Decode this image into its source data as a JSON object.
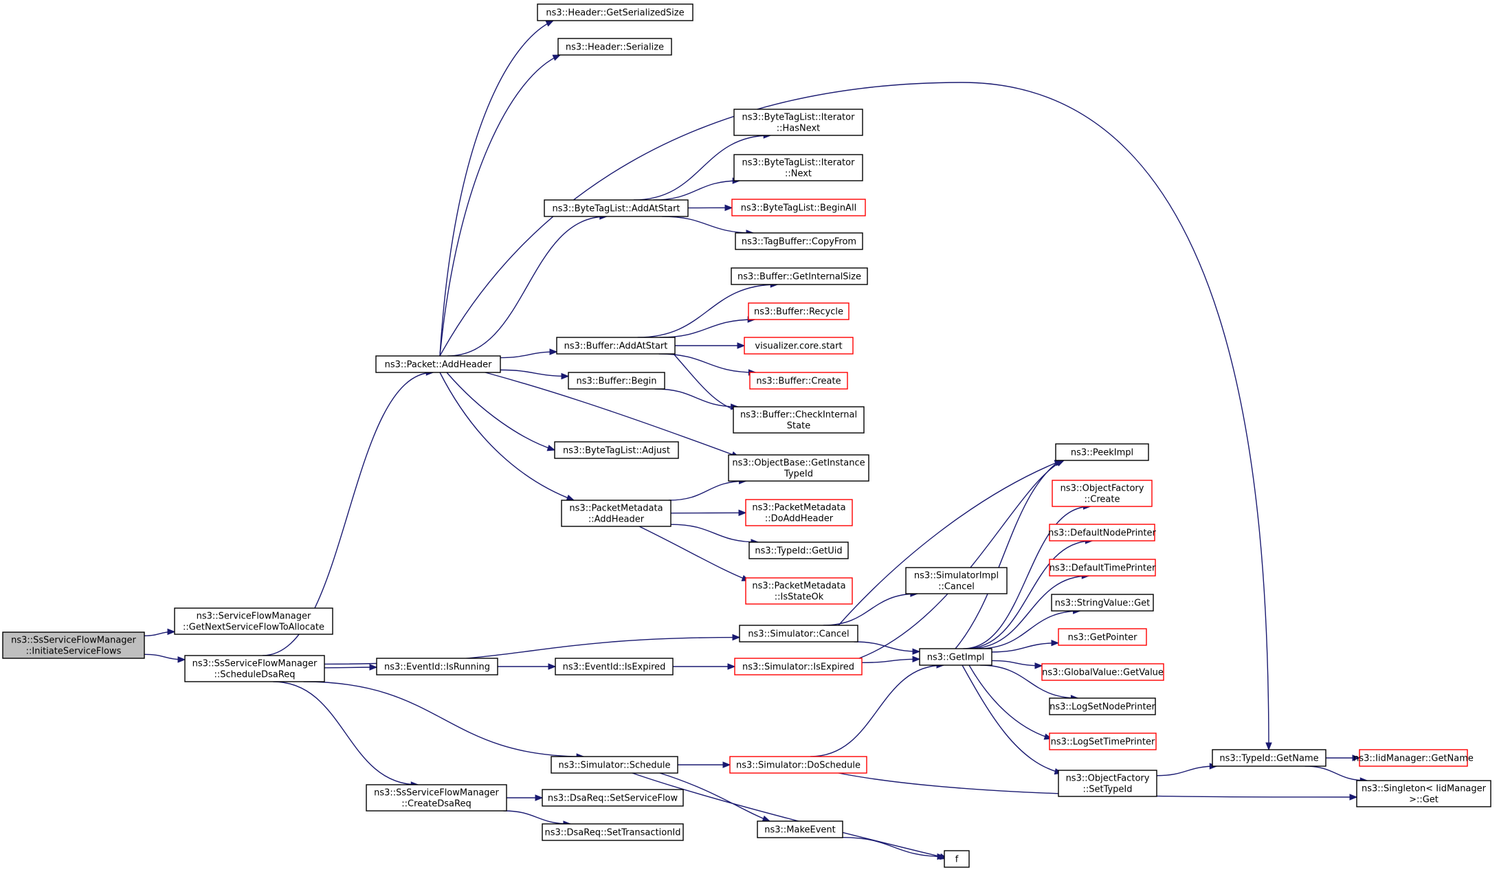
{
  "graph": {
    "colors": {
      "edge": "#191970",
      "node_border": "#000000",
      "node_border_red": "#ff0000",
      "root_fill": "#bfbfbf",
      "node_fill": "#ffffff"
    },
    "nodes": [
      {
        "id": "n0",
        "lines": [
          "ns3::SsServiceFlowManager",
          "::InitiateServiceFlows"
        ],
        "style": "root"
      },
      {
        "id": "n1",
        "lines": [
          "ns3::ServiceFlowManager",
          "::GetNextServiceFlowToAllocate"
        ],
        "style": "normal"
      },
      {
        "id": "n2",
        "lines": [
          "ns3::SsServiceFlowManager",
          "::ScheduleDsaReq"
        ],
        "style": "normal"
      },
      {
        "id": "n3",
        "lines": [
          "ns3::Packet::AddHeader"
        ],
        "style": "normal"
      },
      {
        "id": "n4",
        "lines": [
          "ns3::Header::GetSerializedSize"
        ],
        "style": "normal"
      },
      {
        "id": "n5",
        "lines": [
          "ns3::Header::Serialize"
        ],
        "style": "normal"
      },
      {
        "id": "n6",
        "lines": [
          "ns3::ByteTagList::AddAtStart"
        ],
        "style": "normal"
      },
      {
        "id": "n7",
        "lines": [
          "ns3::ByteTagList::Iterator",
          "::HasNext"
        ],
        "style": "normal"
      },
      {
        "id": "n8",
        "lines": [
          "ns3::ByteTagList::Iterator",
          "::Next"
        ],
        "style": "normal"
      },
      {
        "id": "n9",
        "lines": [
          "ns3::ByteTagList::BeginAll"
        ],
        "style": "red"
      },
      {
        "id": "n10",
        "lines": [
          "ns3::TagBuffer::CopyFrom"
        ],
        "style": "normal"
      },
      {
        "id": "n11",
        "lines": [
          "ns3::Buffer::AddAtStart"
        ],
        "style": "normal"
      },
      {
        "id": "n12",
        "lines": [
          "ns3::Buffer::GetInternalSize"
        ],
        "style": "normal"
      },
      {
        "id": "n13",
        "lines": [
          "ns3::Buffer::Recycle"
        ],
        "style": "red"
      },
      {
        "id": "n14",
        "lines": [
          "visualizer.core.start"
        ],
        "style": "red"
      },
      {
        "id": "n15",
        "lines": [
          "ns3::Buffer::Create"
        ],
        "style": "red"
      },
      {
        "id": "n16",
        "lines": [
          "ns3::Buffer::CheckInternal",
          "State"
        ],
        "style": "normal"
      },
      {
        "id": "n17",
        "lines": [
          "ns3::Buffer::Begin"
        ],
        "style": "normal"
      },
      {
        "id": "n18",
        "lines": [
          "ns3::ByteTagList::Adjust"
        ],
        "style": "normal"
      },
      {
        "id": "n19",
        "lines": [
          "ns3::ObjectBase::GetInstance",
          "TypeId"
        ],
        "style": "normal"
      },
      {
        "id": "n20",
        "lines": [
          "ns3::PacketMetadata",
          "::AddHeader"
        ],
        "style": "normal"
      },
      {
        "id": "n21",
        "lines": [
          "ns3::PacketMetadata",
          "::DoAddHeader"
        ],
        "style": "red"
      },
      {
        "id": "n22",
        "lines": [
          "ns3::TypeId::GetUid"
        ],
        "style": "normal"
      },
      {
        "id": "n23",
        "lines": [
          "ns3::PacketMetadata",
          "::IsStateOk"
        ],
        "style": "red"
      },
      {
        "id": "n24",
        "lines": [
          "ns3::TypeId::GetName"
        ],
        "style": "normal"
      },
      {
        "id": "n25",
        "lines": [
          "ns3::IidManager::GetName"
        ],
        "style": "red"
      },
      {
        "id": "n26",
        "lines": [
          "ns3::Singleton< IidManager",
          ">::Get"
        ],
        "style": "normal"
      },
      {
        "id": "n27",
        "lines": [
          "ns3::Simulator::Cancel"
        ],
        "style": "normal"
      },
      {
        "id": "n28",
        "lines": [
          "ns3::SimulatorImpl",
          "::Cancel"
        ],
        "style": "normal"
      },
      {
        "id": "n29",
        "lines": [
          "ns3::GetImpl"
        ],
        "style": "normal"
      },
      {
        "id": "n30",
        "lines": [
          "ns3::PeekImpl"
        ],
        "style": "normal"
      },
      {
        "id": "n31",
        "lines": [
          "ns3::ObjectFactory",
          "::Create"
        ],
        "style": "red"
      },
      {
        "id": "n32",
        "lines": [
          "ns3::DefaultNodePrinter"
        ],
        "style": "red"
      },
      {
        "id": "n33",
        "lines": [
          "ns3::DefaultTimePrinter"
        ],
        "style": "red"
      },
      {
        "id": "n34",
        "lines": [
          "ns3::StringValue::Get"
        ],
        "style": "normal"
      },
      {
        "id": "n35",
        "lines": [
          "ns3::GetPointer"
        ],
        "style": "red"
      },
      {
        "id": "n36",
        "lines": [
          "ns3::GlobalValue::GetValue"
        ],
        "style": "red"
      },
      {
        "id": "n37",
        "lines": [
          "ns3::LogSetNodePrinter"
        ],
        "style": "normal"
      },
      {
        "id": "n38",
        "lines": [
          "ns3::LogSetTimePrinter"
        ],
        "style": "red"
      },
      {
        "id": "n39",
        "lines": [
          "ns3::ObjectFactory",
          "::SetTypeId"
        ],
        "style": "normal"
      },
      {
        "id": "n40",
        "lines": [
          "ns3::EventId::IsRunning"
        ],
        "style": "normal"
      },
      {
        "id": "n41",
        "lines": [
          "ns3::EventId::IsExpired"
        ],
        "style": "normal"
      },
      {
        "id": "n42",
        "lines": [
          "ns3::Simulator::IsExpired"
        ],
        "style": "red"
      },
      {
        "id": "n43",
        "lines": [
          "ns3::Simulator::Schedule"
        ],
        "style": "normal"
      },
      {
        "id": "n44",
        "lines": [
          "ns3::Simulator::DoSchedule"
        ],
        "style": "red"
      },
      {
        "id": "n45",
        "lines": [
          "ns3::MakeEvent"
        ],
        "style": "normal"
      },
      {
        "id": "n46",
        "lines": [
          "f"
        ],
        "style": "normal"
      },
      {
        "id": "n47",
        "lines": [
          "ns3::SsServiceFlowManager",
          "::CreateDsaReq"
        ],
        "style": "normal"
      },
      {
        "id": "n48",
        "lines": [
          "ns3::DsaReq::SetServiceFlow"
        ],
        "style": "normal"
      },
      {
        "id": "n49",
        "lines": [
          "ns3::DsaReq::SetTransactionId"
        ],
        "style": "normal"
      }
    ],
    "edges": [
      [
        "n0",
        "n1"
      ],
      [
        "n0",
        "n2"
      ],
      [
        "n2",
        "n3"
      ],
      [
        "n2",
        "n27"
      ],
      [
        "n2",
        "n40"
      ],
      [
        "n2",
        "n43"
      ],
      [
        "n2",
        "n47"
      ],
      [
        "n3",
        "n4"
      ],
      [
        "n3",
        "n5"
      ],
      [
        "n3",
        "n24"
      ],
      [
        "n3",
        "n6"
      ],
      [
        "n3",
        "n11"
      ],
      [
        "n3",
        "n17"
      ],
      [
        "n3",
        "n18"
      ],
      [
        "n3",
        "n19"
      ],
      [
        "n3",
        "n20"
      ],
      [
        "n6",
        "n7"
      ],
      [
        "n6",
        "n8"
      ],
      [
        "n6",
        "n9"
      ],
      [
        "n6",
        "n10"
      ],
      [
        "n11",
        "n12"
      ],
      [
        "n11",
        "n13"
      ],
      [
        "n11",
        "n14"
      ],
      [
        "n11",
        "n15"
      ],
      [
        "n11",
        "n16"
      ],
      [
        "n17",
        "n16"
      ],
      [
        "n20",
        "n19"
      ],
      [
        "n20",
        "n21"
      ],
      [
        "n20",
        "n22"
      ],
      [
        "n20",
        "n23"
      ],
      [
        "n27",
        "n28"
      ],
      [
        "n27",
        "n29"
      ],
      [
        "n27",
        "n30"
      ],
      [
        "n29",
        "n30"
      ],
      [
        "n29",
        "n31"
      ],
      [
        "n29",
        "n32"
      ],
      [
        "n29",
        "n33"
      ],
      [
        "n29",
        "n34"
      ],
      [
        "n29",
        "n35"
      ],
      [
        "n29",
        "n36"
      ],
      [
        "n29",
        "n37"
      ],
      [
        "n29",
        "n38"
      ],
      [
        "n29",
        "n39"
      ],
      [
        "n39",
        "n24"
      ],
      [
        "n24",
        "n25"
      ],
      [
        "n24",
        "n26"
      ],
      [
        "n40",
        "n41"
      ],
      [
        "n41",
        "n42"
      ],
      [
        "n42",
        "n29"
      ],
      [
        "n42",
        "n30"
      ],
      [
        "n43",
        "n44"
      ],
      [
        "n43",
        "n45"
      ],
      [
        "n43",
        "n46"
      ],
      [
        "n44",
        "n29"
      ],
      [
        "n44",
        "n26"
      ],
      [
        "n45",
        "n46"
      ],
      [
        "n47",
        "n48"
      ],
      [
        "n47",
        "n49"
      ]
    ]
  }
}
